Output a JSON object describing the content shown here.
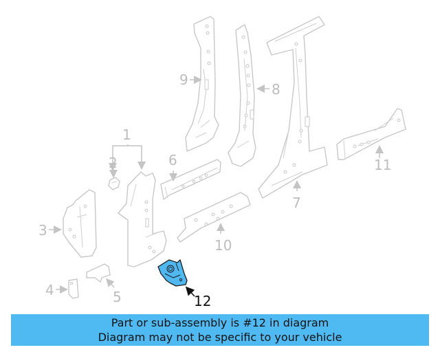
{
  "diagram": {
    "highlighted_part": "12",
    "highlight_color": "#4fb8f0",
    "callouts": [
      {
        "id": "1",
        "label": "1"
      },
      {
        "id": "2",
        "label": "2"
      },
      {
        "id": "3",
        "label": "3"
      },
      {
        "id": "4",
        "label": "4"
      },
      {
        "id": "5",
        "label": "5"
      },
      {
        "id": "6",
        "label": "6"
      },
      {
        "id": "7",
        "label": "7"
      },
      {
        "id": "8",
        "label": "8"
      },
      {
        "id": "9",
        "label": "9"
      },
      {
        "id": "10",
        "label": "10"
      },
      {
        "id": "11",
        "label": "11"
      },
      {
        "id": "12",
        "label": "12"
      }
    ]
  },
  "banner": {
    "line1": "Part or sub-assembly is #12 in diagram",
    "line2": "Diagram may not be specific to your vehicle",
    "background": "#4fbaf2"
  }
}
